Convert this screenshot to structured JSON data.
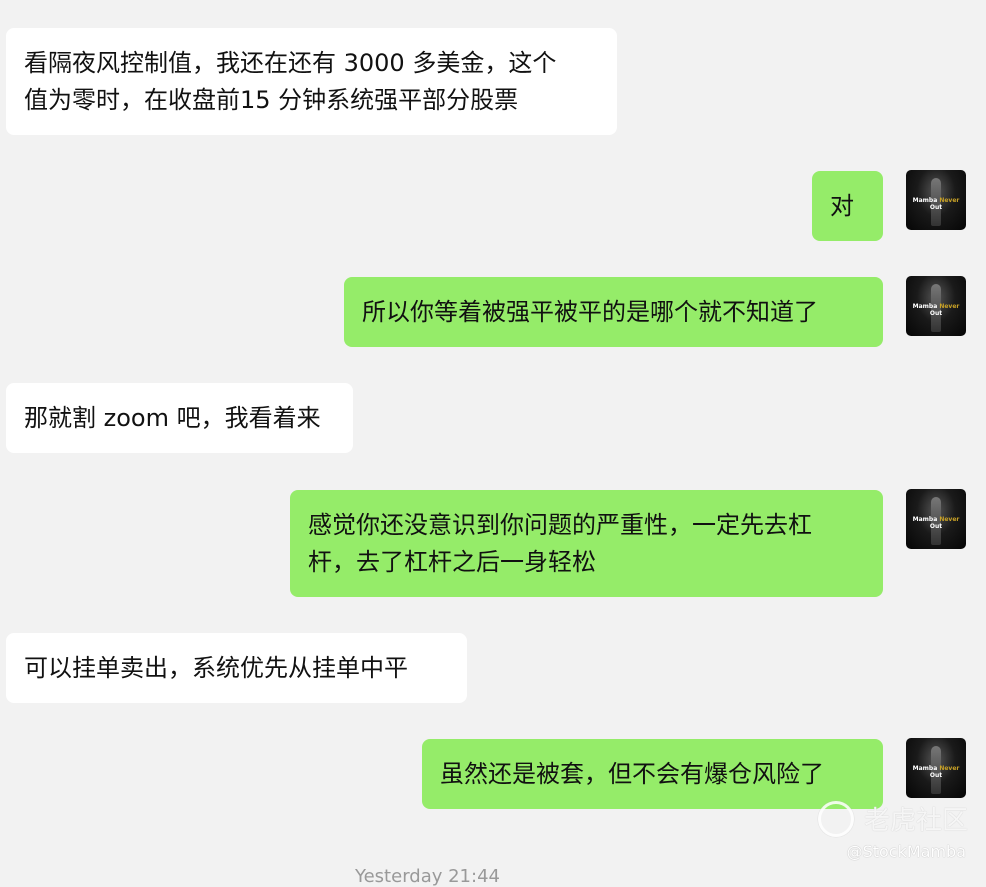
{
  "messages": [
    {
      "side": "left",
      "text": "看隔夜风控制值，我还在还有 3000 多美金，这个\n值为零时，在收盘前15 分钟系统强平部分股票"
    },
    {
      "side": "right",
      "text": "对"
    },
    {
      "side": "right",
      "text": "所以你等着被强平被平的是哪个就不知道了"
    },
    {
      "side": "left",
      "text": "那就割 zoom 吧，我看着来"
    },
    {
      "side": "right",
      "text": "感觉你还没意识到你问题的严重性，一定先去杠\n杆，去了杠杆之后一身轻松"
    },
    {
      "side": "left",
      "text": "可以挂单卖出，系统优先从挂单中平"
    },
    {
      "side": "right",
      "text": "虽然还是被套，但不会有爆仓风险了"
    }
  ],
  "avatar": {
    "text_a": "Mamba ",
    "text_b": "Never",
    " text_c": " Out"
  },
  "watermark": {
    "brand": "老虎社区",
    "handle": "@StockMamba"
  },
  "timestamp": "Yesterday 21:44",
  "colors": {
    "background": "#f2f2f2",
    "sent_bubble": "#95ec69",
    "received_bubble": "#ffffff"
  }
}
